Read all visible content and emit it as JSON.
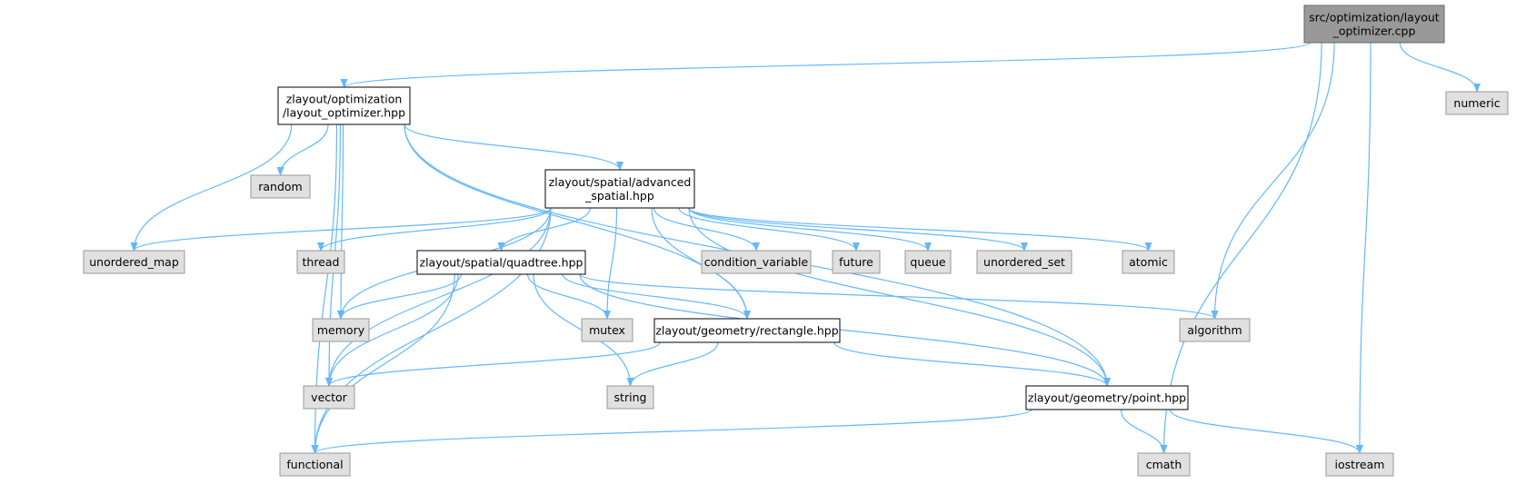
{
  "colors": {
    "edge": "#63b8ff",
    "root_fill": "#999999",
    "root_stroke": "#666666",
    "project_fill": "#ffffff",
    "project_stroke": "#000000",
    "system_fill": "#e0e0e0",
    "system_stroke": "#999999"
  },
  "nodes": [
    {
      "id": "layout_optimizer_cpp",
      "kind": "root",
      "lines": [
        "src/optimization/layout",
        "_optimizer.cpp"
      ]
    },
    {
      "id": "layout_optimizer_hpp",
      "kind": "project",
      "lines": [
        "zlayout/optimization",
        "/layout_optimizer.hpp"
      ]
    },
    {
      "id": "numeric",
      "kind": "system",
      "lines": [
        "numeric"
      ]
    },
    {
      "id": "random",
      "kind": "system",
      "lines": [
        "random"
      ]
    },
    {
      "id": "advanced_spatial_hpp",
      "kind": "project",
      "lines": [
        "zlayout/spatial/advanced",
        "_spatial.hpp"
      ]
    },
    {
      "id": "unordered_map",
      "kind": "system",
      "lines": [
        "unordered_map"
      ]
    },
    {
      "id": "thread",
      "kind": "system",
      "lines": [
        "thread"
      ]
    },
    {
      "id": "quadtree_hpp",
      "kind": "project",
      "lines": [
        "zlayout/spatial/quadtree.hpp"
      ]
    },
    {
      "id": "condition_variable",
      "kind": "system",
      "lines": [
        "condition_variable"
      ]
    },
    {
      "id": "future",
      "kind": "system",
      "lines": [
        "future"
      ]
    },
    {
      "id": "queue",
      "kind": "system",
      "lines": [
        "queue"
      ]
    },
    {
      "id": "unordered_set",
      "kind": "system",
      "lines": [
        "unordered_set"
      ]
    },
    {
      "id": "atomic",
      "kind": "system",
      "lines": [
        "atomic"
      ]
    },
    {
      "id": "memory",
      "kind": "system",
      "lines": [
        "memory"
      ]
    },
    {
      "id": "mutex",
      "kind": "system",
      "lines": [
        "mutex"
      ]
    },
    {
      "id": "rectangle_hpp",
      "kind": "project",
      "lines": [
        "zlayout/geometry/rectangle.hpp"
      ]
    },
    {
      "id": "algorithm",
      "kind": "system",
      "lines": [
        "algorithm"
      ]
    },
    {
      "id": "vector",
      "kind": "system",
      "lines": [
        "vector"
      ]
    },
    {
      "id": "string",
      "kind": "system",
      "lines": [
        "string"
      ]
    },
    {
      "id": "point_hpp",
      "kind": "project",
      "lines": [
        "zlayout/geometry/point.hpp"
      ]
    },
    {
      "id": "functional",
      "kind": "system",
      "lines": [
        "functional"
      ]
    },
    {
      "id": "cmath",
      "kind": "system",
      "lines": [
        "cmath"
      ]
    },
    {
      "id": "iostream",
      "kind": "system",
      "lines": [
        "iostream"
      ]
    }
  ],
  "edges": [
    [
      "layout_optimizer_cpp",
      "layout_optimizer_hpp"
    ],
    [
      "layout_optimizer_cpp",
      "numeric"
    ],
    [
      "layout_optimizer_cpp",
      "algorithm"
    ],
    [
      "layout_optimizer_cpp",
      "cmath"
    ],
    [
      "layout_optimizer_cpp",
      "iostream"
    ],
    [
      "layout_optimizer_hpp",
      "random"
    ],
    [
      "layout_optimizer_hpp",
      "advanced_spatial_hpp"
    ],
    [
      "layout_optimizer_hpp",
      "unordered_map"
    ],
    [
      "layout_optimizer_hpp",
      "memory"
    ],
    [
      "layout_optimizer_hpp",
      "vector"
    ],
    [
      "layout_optimizer_hpp",
      "functional"
    ],
    [
      "layout_optimizer_hpp",
      "rectangle_hpp"
    ],
    [
      "layout_optimizer_hpp",
      "point_hpp"
    ],
    [
      "advanced_spatial_hpp",
      "unordered_map"
    ],
    [
      "advanced_spatial_hpp",
      "thread"
    ],
    [
      "advanced_spatial_hpp",
      "quadtree_hpp"
    ],
    [
      "advanced_spatial_hpp",
      "condition_variable"
    ],
    [
      "advanced_spatial_hpp",
      "future"
    ],
    [
      "advanced_spatial_hpp",
      "queue"
    ],
    [
      "advanced_spatial_hpp",
      "unordered_set"
    ],
    [
      "advanced_spatial_hpp",
      "atomic"
    ],
    [
      "advanced_spatial_hpp",
      "memory"
    ],
    [
      "advanced_spatial_hpp",
      "mutex"
    ],
    [
      "advanced_spatial_hpp",
      "rectangle_hpp"
    ],
    [
      "advanced_spatial_hpp",
      "vector"
    ],
    [
      "advanced_spatial_hpp",
      "functional"
    ],
    [
      "advanced_spatial_hpp",
      "point_hpp"
    ],
    [
      "quadtree_hpp",
      "memory"
    ],
    [
      "quadtree_hpp",
      "mutex"
    ],
    [
      "quadtree_hpp",
      "rectangle_hpp"
    ],
    [
      "quadtree_hpp",
      "algorithm"
    ],
    [
      "quadtree_hpp",
      "vector"
    ],
    [
      "quadtree_hpp",
      "string"
    ],
    [
      "quadtree_hpp",
      "functional"
    ],
    [
      "quadtree_hpp",
      "point_hpp"
    ],
    [
      "rectangle_hpp",
      "vector"
    ],
    [
      "rectangle_hpp",
      "string"
    ],
    [
      "rectangle_hpp",
      "point_hpp"
    ],
    [
      "point_hpp",
      "functional"
    ],
    [
      "point_hpp",
      "cmath"
    ],
    [
      "point_hpp",
      "iostream"
    ]
  ]
}
